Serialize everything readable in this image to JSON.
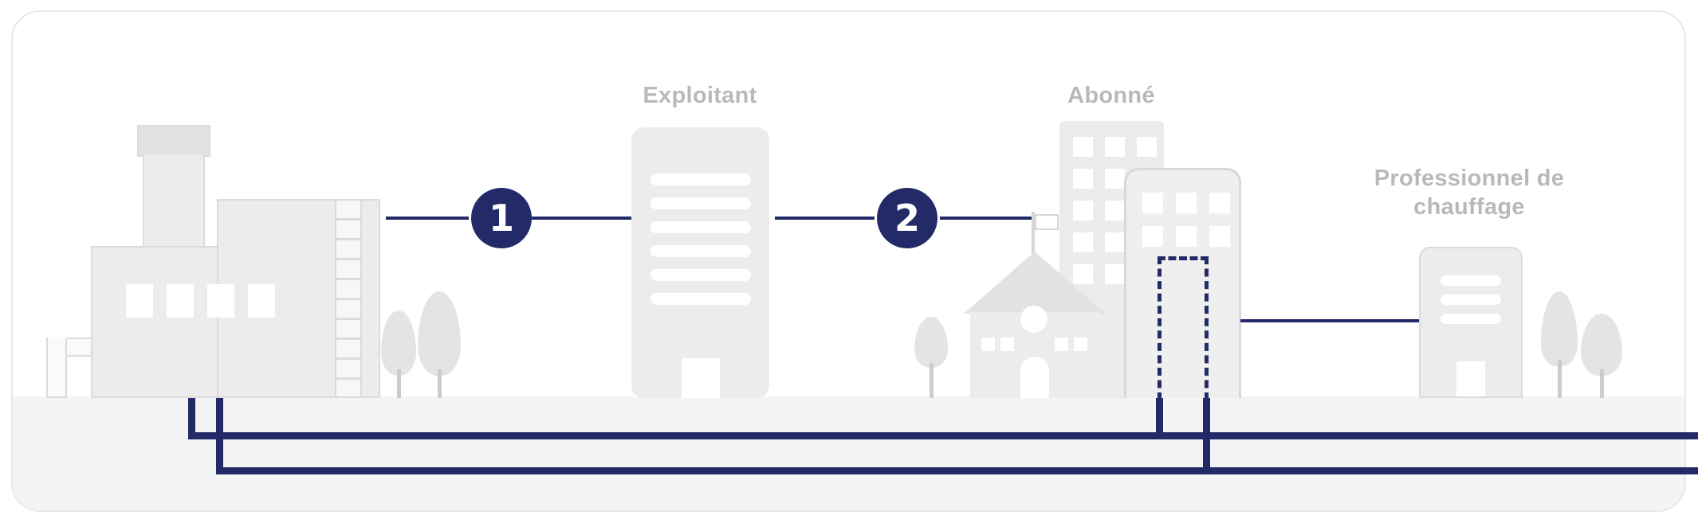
{
  "colors": {
    "navy": "#232a68",
    "fill": "#ececec",
    "fill-dark": "#e2e2e2",
    "outline": "#dbdbdb",
    "label": "#b9b9b9",
    "ground": "#f4f4f7",
    "card-border": "#e8e8e8",
    "tree": "#e4e4e4",
    "trunk": "#cccccc"
  },
  "labels": {
    "operator": "Exploitant",
    "subscriber": "Abonné",
    "professional": "Professionnel de chauffage"
  },
  "steps": [
    {
      "number": "1"
    },
    {
      "number": "2"
    }
  ]
}
